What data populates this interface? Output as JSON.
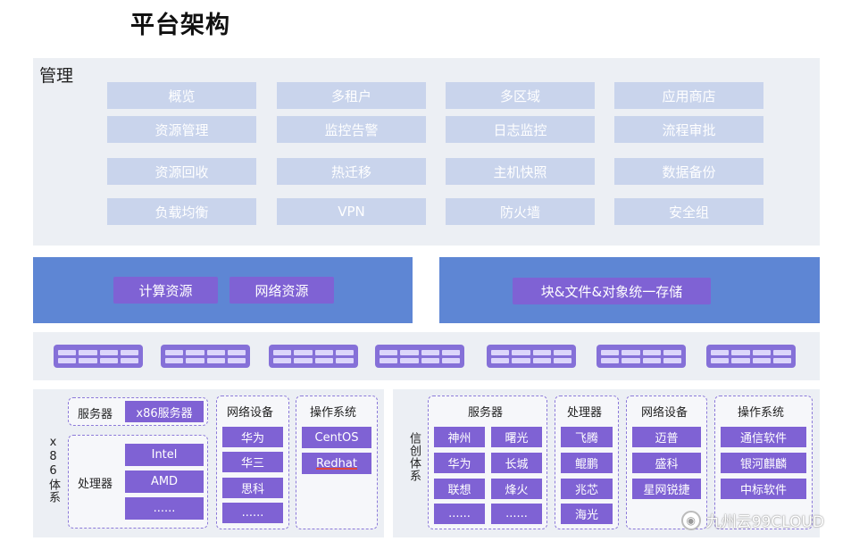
{
  "title": "平台架构",
  "management": {
    "label": "管理",
    "tiles": [
      [
        "概览",
        "多租户",
        "多区域",
        "应用商店"
      ],
      [
        "资源管理",
        "监控告警",
        "日志监控",
        "流程审批"
      ],
      [
        "资源回收",
        "热迁移",
        "主机快照",
        "数据备份"
      ],
      [
        "负载均衡",
        "VPN",
        "防火墙",
        "安全组"
      ]
    ]
  },
  "resources": {
    "left": [
      "计算资源",
      "网络资源"
    ],
    "right": "块&文件&对象统一存储"
  },
  "x86": {
    "side_label": "x86体系",
    "server_label": "服务器",
    "server_value": "x86服务器",
    "processor_label": "处理器",
    "processors": [
      "Intel",
      "AMD",
      "......"
    ],
    "network_label": "网络设备",
    "network": [
      "华为",
      "华三",
      "思科",
      "......"
    ],
    "os_label": "操作系统",
    "os": [
      "CentOS",
      "Redhat"
    ]
  },
  "xinchuang": {
    "side_label": "信创体系",
    "server_label": "服务器",
    "servers": [
      [
        "神州",
        "曙光"
      ],
      [
        "华为",
        "长城"
      ],
      [
        "联想",
        "烽火"
      ],
      [
        "......",
        "......"
      ]
    ],
    "processor_label": "处理器",
    "processors": [
      "飞腾",
      "鲲鹏",
      "兆芯",
      "海光"
    ],
    "network_label": "网络设备",
    "network": [
      "迈普",
      "盛科",
      "星网锐捷"
    ],
    "os_label": "操作系统",
    "os": [
      "通信软件",
      "银河麒麟",
      "中标软件"
    ]
  },
  "watermark": "九州云99CLOUD",
  "colors": {
    "tile_light": "#c9d4ec",
    "blue_bar": "#5e86d4",
    "purple": "#7f62d4",
    "panel": "#eceff4"
  }
}
